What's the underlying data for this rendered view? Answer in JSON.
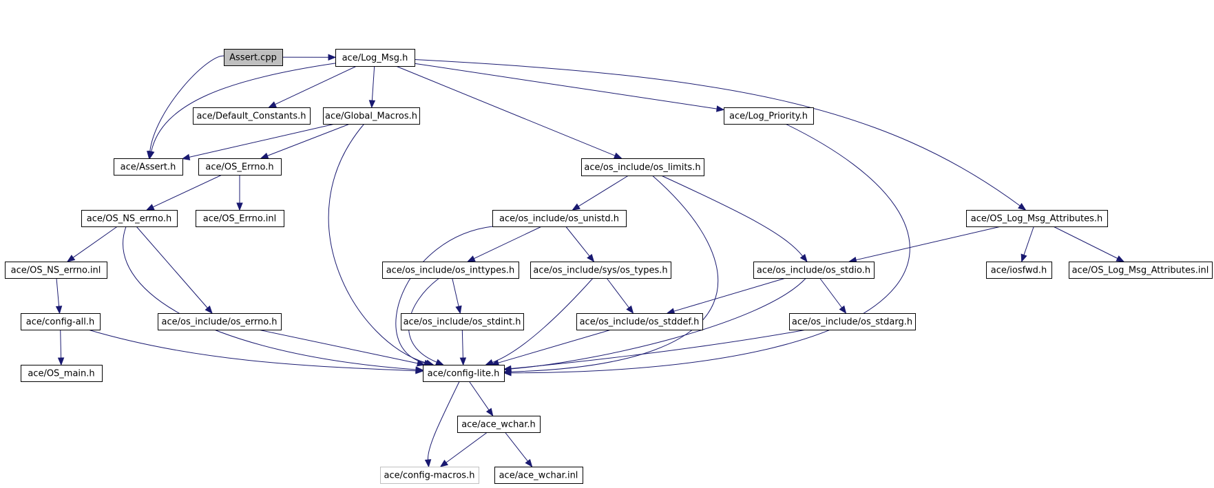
{
  "nodes": [
    {
      "id": "assert_cpp",
      "label": "Assert.cpp",
      "style": "root"
    },
    {
      "id": "log_msg_h",
      "label": "ace/Log_Msg.h"
    },
    {
      "id": "default_constants_h",
      "label": "ace/Default_Constants.h"
    },
    {
      "id": "global_macros_h",
      "label": "ace/Global_Macros.h"
    },
    {
      "id": "log_priority_h",
      "label": "ace/Log_Priority.h"
    },
    {
      "id": "assert_h",
      "label": "ace/Assert.h"
    },
    {
      "id": "os_errno_h",
      "label": "ace/OS_Errno.h"
    },
    {
      "id": "os_limits_h",
      "label": "ace/os_include/os_limits.h"
    },
    {
      "id": "os_ns_errno_h",
      "label": "ace/OS_NS_errno.h"
    },
    {
      "id": "os_errno_inl",
      "label": "ace/OS_Errno.inl"
    },
    {
      "id": "os_unistd_h",
      "label": "ace/os_include/os_unistd.h"
    },
    {
      "id": "os_log_msg_attributes_h",
      "label": "ace/OS_Log_Msg_Attributes.h"
    },
    {
      "id": "os_ns_errno_inl",
      "label": "ace/OS_NS_errno.inl"
    },
    {
      "id": "os_inttypes_h",
      "label": "ace/os_include/os_inttypes.h"
    },
    {
      "id": "sys_os_types_h",
      "label": "ace/os_include/sys/os_types.h"
    },
    {
      "id": "os_stdio_h",
      "label": "ace/os_include/os_stdio.h"
    },
    {
      "id": "iosfwd_h",
      "label": "ace/iosfwd.h"
    },
    {
      "id": "os_log_msg_attributes_inl",
      "label": "ace/OS_Log_Msg_Attributes.inl"
    },
    {
      "id": "config_all_h",
      "label": "ace/config-all.h"
    },
    {
      "id": "os_include_os_errno_h",
      "label": "ace/os_include/os_errno.h"
    },
    {
      "id": "os_stdint_h",
      "label": "ace/os_include/os_stdint.h"
    },
    {
      "id": "os_stddef_h",
      "label": "ace/os_include/os_stddef.h"
    },
    {
      "id": "os_stdarg_h",
      "label": "ace/os_include/os_stdarg.h"
    },
    {
      "id": "os_main_h",
      "label": "ace/OS_main.h"
    },
    {
      "id": "config_lite_h",
      "label": "ace/config-lite.h"
    },
    {
      "id": "ace_wchar_h",
      "label": "ace/ace_wchar.h"
    },
    {
      "id": "config_macros_h",
      "label": "ace/config-macros.h",
      "style": "dim"
    },
    {
      "id": "ace_wchar_inl",
      "label": "ace/ace_wchar.inl"
    }
  ],
  "edges": [
    {
      "from": "assert_cpp",
      "to": "log_msg_h"
    },
    {
      "from": "assert_cpp",
      "to": "assert_h"
    },
    {
      "from": "log_msg_h",
      "to": "assert_h"
    },
    {
      "from": "log_msg_h",
      "to": "default_constants_h"
    },
    {
      "from": "log_msg_h",
      "to": "global_macros_h"
    },
    {
      "from": "log_msg_h",
      "to": "log_priority_h"
    },
    {
      "from": "log_msg_h",
      "to": "os_limits_h"
    },
    {
      "from": "log_msg_h",
      "to": "os_log_msg_attributes_h"
    },
    {
      "from": "global_macros_h",
      "to": "assert_h"
    },
    {
      "from": "global_macros_h",
      "to": "os_errno_h"
    },
    {
      "from": "global_macros_h",
      "to": "config_lite_h"
    },
    {
      "from": "log_priority_h",
      "to": "config_lite_h"
    },
    {
      "from": "os_errno_h",
      "to": "os_ns_errno_h"
    },
    {
      "from": "os_errno_h",
      "to": "os_errno_inl"
    },
    {
      "from": "os_ns_errno_h",
      "to": "os_ns_errno_inl"
    },
    {
      "from": "os_ns_errno_h",
      "to": "os_include_os_errno_h"
    },
    {
      "from": "os_ns_errno_h",
      "to": "config_lite_h"
    },
    {
      "from": "os_ns_errno_inl",
      "to": "config_all_h"
    },
    {
      "from": "config_all_h",
      "to": "os_main_h"
    },
    {
      "from": "config_all_h",
      "to": "config_lite_h"
    },
    {
      "from": "os_include_os_errno_h",
      "to": "config_lite_h"
    },
    {
      "from": "os_limits_h",
      "to": "os_unistd_h"
    },
    {
      "from": "os_limits_h",
      "to": "os_stdio_h"
    },
    {
      "from": "os_limits_h",
      "to": "config_lite_h"
    },
    {
      "from": "os_unistd_h",
      "to": "os_inttypes_h"
    },
    {
      "from": "os_unistd_h",
      "to": "sys_os_types_h"
    },
    {
      "from": "os_unistd_h",
      "to": "config_lite_h"
    },
    {
      "from": "os_inttypes_h",
      "to": "os_stdint_h"
    },
    {
      "from": "os_inttypes_h",
      "to": "config_lite_h"
    },
    {
      "from": "os_stdint_h",
      "to": "config_lite_h"
    },
    {
      "from": "sys_os_types_h",
      "to": "os_stddef_h"
    },
    {
      "from": "sys_os_types_h",
      "to": "config_lite_h"
    },
    {
      "from": "os_stddef_h",
      "to": "config_lite_h"
    },
    {
      "from": "os_log_msg_attributes_h",
      "to": "os_stdio_h"
    },
    {
      "from": "os_log_msg_attributes_h",
      "to": "iosfwd_h"
    },
    {
      "from": "os_log_msg_attributes_h",
      "to": "os_log_msg_attributes_inl"
    },
    {
      "from": "os_stdio_h",
      "to": "os_stddef_h"
    },
    {
      "from": "os_stdio_h",
      "to": "os_stdarg_h"
    },
    {
      "from": "os_stdio_h",
      "to": "config_lite_h"
    },
    {
      "from": "os_stdarg_h",
      "to": "config_lite_h"
    },
    {
      "from": "config_lite_h",
      "to": "ace_wchar_h"
    },
    {
      "from": "config_lite_h",
      "to": "config_macros_h"
    },
    {
      "from": "ace_wchar_h",
      "to": "config_macros_h"
    },
    {
      "from": "ace_wchar_h",
      "to": "ace_wchar_inl"
    }
  ],
  "colors": {
    "edge": "#191970",
    "root_fill": "#bfbfbf",
    "dim_border": "#bfbfbf"
  }
}
